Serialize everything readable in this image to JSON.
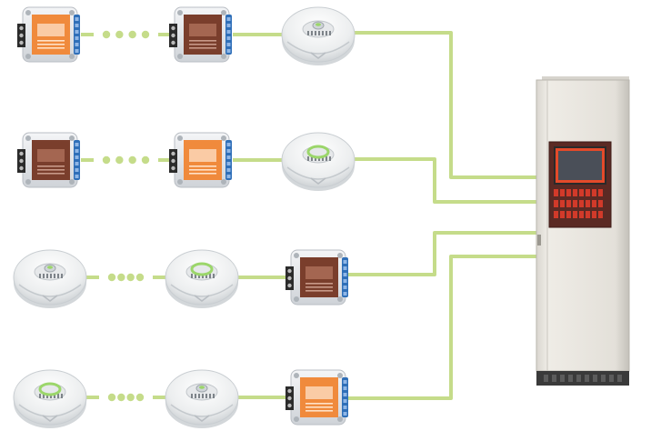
{
  "colors": {
    "wire": "#c5dc8a",
    "dot": "#c5dc8a",
    "module_orange": "#f08a3c",
    "module_brown": "#7a3e2c",
    "terminal_blue": "#2f6fb8",
    "module_body": "#e9ebee",
    "detector_body": "#f2f3f4",
    "detector_ring": "#9bd66a",
    "cabinet": "#e6e3dc",
    "cabinet_shadow": "#c9c6bf",
    "screen": "#e44a2a",
    "panel_button": "#d23a2a"
  },
  "rows": [
    {
      "devices": [
        {
          "kind": "module",
          "face": "orange"
        },
        {
          "kind": "module",
          "face": "brown"
        },
        {
          "kind": "detector",
          "ring": false
        }
      ]
    },
    {
      "devices": [
        {
          "kind": "module",
          "face": "brown"
        },
        {
          "kind": "module",
          "face": "orange"
        },
        {
          "kind": "detector",
          "ring": true
        }
      ]
    },
    {
      "devices": [
        {
          "kind": "detector",
          "ring": false
        },
        {
          "kind": "detector",
          "ring": true
        },
        {
          "kind": "module",
          "face": "brown"
        }
      ]
    },
    {
      "devices": [
        {
          "kind": "detector",
          "ring": true
        },
        {
          "kind": "detector",
          "ring": false
        },
        {
          "kind": "module",
          "face": "orange"
        }
      ]
    }
  ],
  "panel": {
    "kind": "fire-alarm-control-cabinet"
  }
}
